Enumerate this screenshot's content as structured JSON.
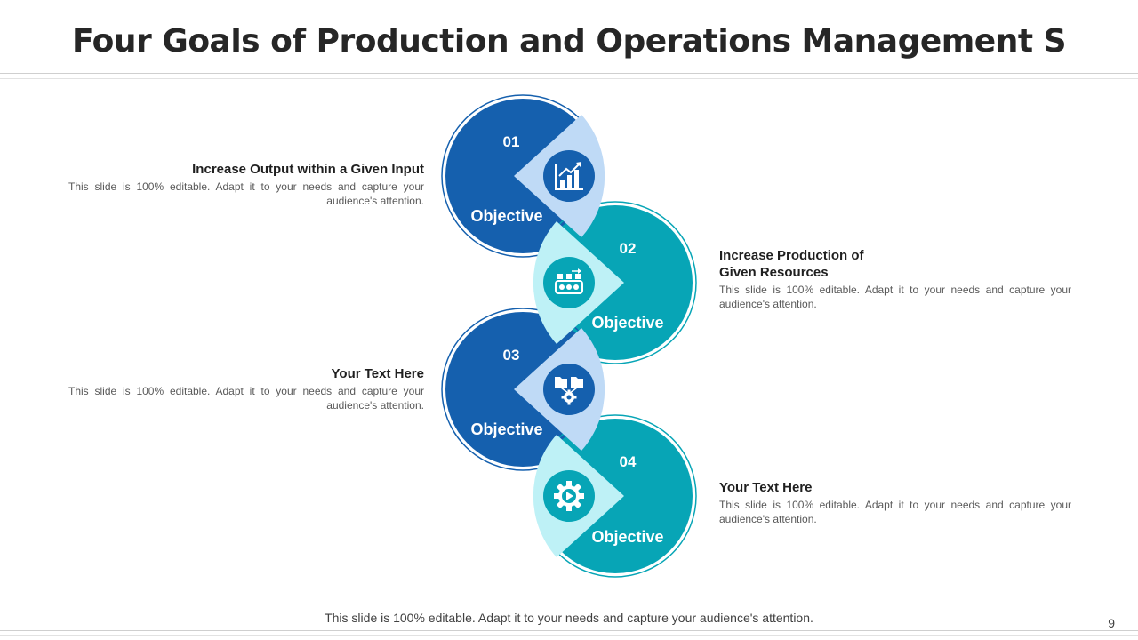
{
  "slide": {
    "title": "Four Goals of Production and Operations Management S",
    "footer": "This slide is 100% editable. Adapt it to your needs and capture your audience's attention.",
    "page_number": "9"
  },
  "colors": {
    "dark_blue": "#1560AE",
    "teal": "#07A5B6",
    "light_blue": "#BFDAF6",
    "light_cyan": "#BEF1F6",
    "white": "#FFFFFF"
  },
  "goals": [
    {
      "number": "01",
      "label": "Objective",
      "icon": "growth-chart-icon",
      "heading": "Increase Output within a Given Input",
      "description": "This slide is 100% editable. Adapt it to your needs and capture your audience's attention."
    },
    {
      "number": "02",
      "label": "Objective",
      "icon": "production-line-icon",
      "heading": "Increase Production of Given Resources",
      "description": "This slide is 100% editable. Adapt it to your needs and capture your audience's attention."
    },
    {
      "number": "03",
      "label": "Objective",
      "icon": "folder-gear-icon",
      "heading": "Your Text Here",
      "description": "This slide is 100% editable. Adapt it to your needs and capture your audience's attention."
    },
    {
      "number": "04",
      "label": "Objective",
      "icon": "gear-play-icon",
      "heading": "Your Text Here",
      "description": "This slide is 100% editable. Adapt it to your needs and capture your audience's attention."
    }
  ]
}
